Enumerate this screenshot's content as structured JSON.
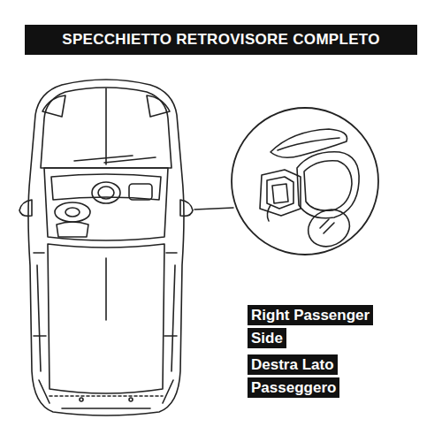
{
  "diagram": {
    "title": "SPECCHIETTO RETROVISORE COMPLETO",
    "nodes": [
      {
        "text": [
          "Right Passenger Side"
        ]
      },
      {
        "text": [
          "Destra Lato Passeggero"
        ]
      }
    ]
  }
}
